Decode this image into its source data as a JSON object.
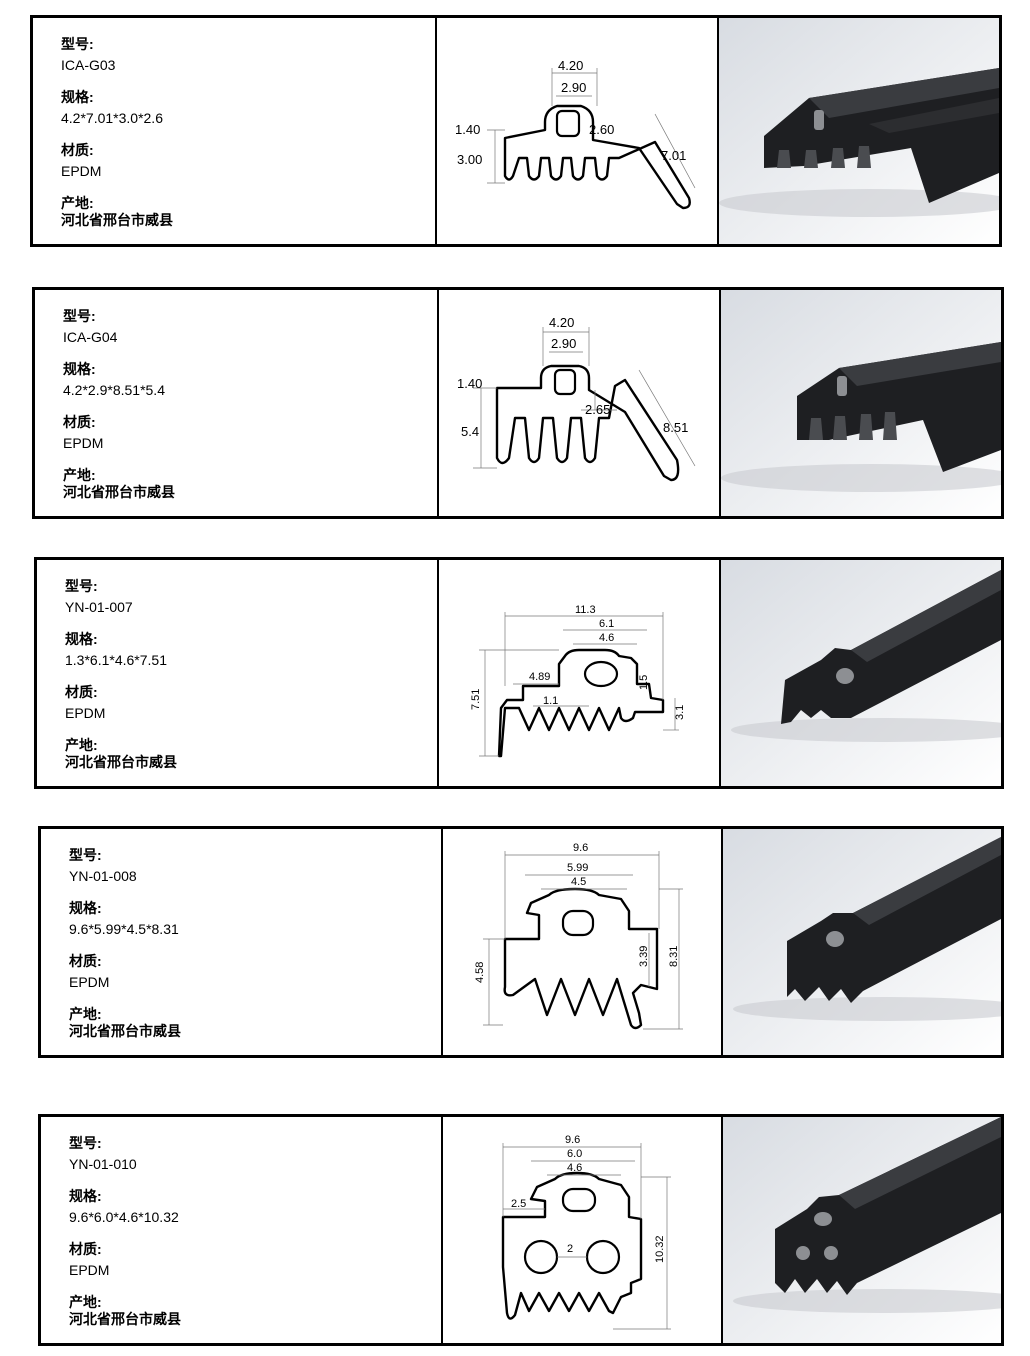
{
  "labels": {
    "model": "型号:",
    "spec": "规格:",
    "material": "材质:",
    "origin": "产地:"
  },
  "products": [
    {
      "model": "ICA-G03",
      "spec": "4.2*7.01*3.0*2.6",
      "material": "EPDM",
      "origin": "河北省邢台市威县",
      "dims": [
        "4.20",
        "2.90",
        "1.40",
        "3.00",
        "2.60",
        "7.01"
      ]
    },
    {
      "model": "ICA-G04",
      "spec": "4.2*2.9*8.51*5.4",
      "material": "EPDM",
      "origin": "河北省邢台市威县",
      "dims": [
        "4.20",
        "2.90",
        "1.40",
        "5.4",
        "2.65",
        "8.51"
      ]
    },
    {
      "model": "YN-01-007",
      "spec": "1.3*6.1*4.6*7.51",
      "material": "EPDM",
      "origin": "河北省邢台市威县",
      "dims": [
        "11.3",
        "6.1",
        "4.6",
        "4.89",
        "1.5",
        "1.1",
        "7.51",
        "3.1"
      ]
    },
    {
      "model": "YN-01-008",
      "spec": "9.6*5.99*4.5*8.31",
      "material": "EPDM",
      "origin": "河北省邢台市威县",
      "dims": [
        "9.6",
        "5.99",
        "4.5",
        "4.58",
        "3.39",
        "8.31"
      ]
    },
    {
      "model": "YN-01-010",
      "spec": "9.6*6.0*4.6*10.32",
      "material": "EPDM",
      "origin": "河北省邢台市威县",
      "dims": [
        "9.6",
        "6.0",
        "4.6",
        "2.5",
        "2",
        "10.32"
      ]
    }
  ]
}
